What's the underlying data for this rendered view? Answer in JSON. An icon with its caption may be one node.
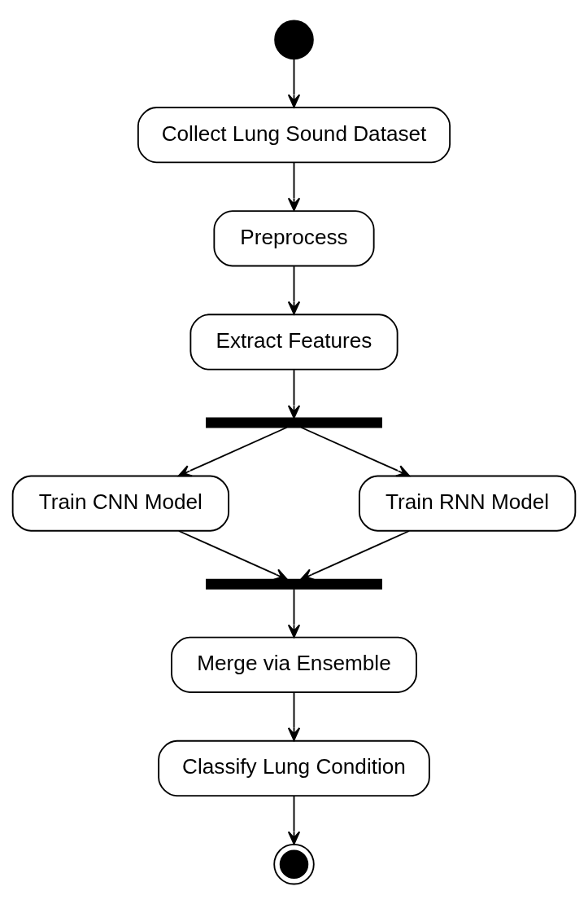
{
  "diagram": {
    "nodes": [
      {
        "text": [],
        "shape": "circle"
      },
      {
        "text": [
          "Collect Lung Sound Dataset"
        ]
      },
      {
        "text": [
          "Preprocess"
        ]
      },
      {
        "text": [
          "Extract Features"
        ]
      },
      {
        "text": [],
        "shape": "bar"
      },
      {
        "text": [
          "Train CNN Model"
        ]
      },
      {
        "text": [
          "Train RNN Model"
        ]
      },
      {
        "text": [],
        "shape": "bar"
      },
      {
        "text": [
          "Merge via Ensemble"
        ]
      },
      {
        "text": [
          "Classify Lung Condition"
        ]
      },
      {
        "text": [],
        "shape": "bullseye"
      }
    ],
    "edges": [
      {
        "from": 0,
        "to": 1,
        "arrow": "to"
      },
      {
        "from": 1,
        "to": 2,
        "arrow": "to"
      },
      {
        "from": 2,
        "to": 3,
        "arrow": "to"
      },
      {
        "from": 3,
        "to": 4,
        "arrow": "to"
      },
      {
        "from": 4,
        "to": 5,
        "arrow": "to"
      },
      {
        "from": 4,
        "to": 6,
        "arrow": "to"
      },
      {
        "from": 5,
        "to": 7,
        "arrow": "to"
      },
      {
        "from": 6,
        "to": 7,
        "arrow": "to"
      },
      {
        "from": 7,
        "to": 8,
        "arrow": "to"
      },
      {
        "from": 8,
        "to": 9,
        "arrow": "to"
      },
      {
        "from": 9,
        "to": 10,
        "arrow": "to"
      }
    ]
  }
}
